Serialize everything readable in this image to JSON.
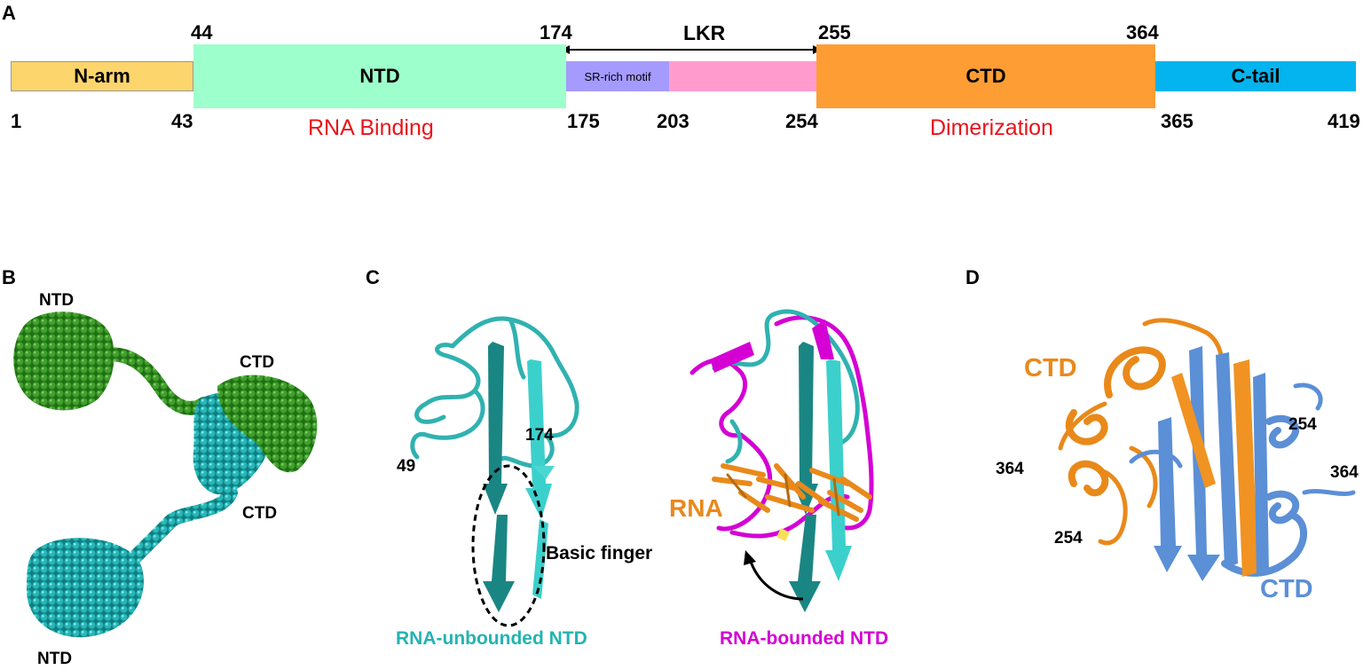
{
  "panels": {
    "A": "A",
    "B": "B",
    "C": "C",
    "D": "D"
  },
  "domain_map": {
    "segments": [
      {
        "key": "narm",
        "label": "N-arm",
        "color": "#fcd56d"
      },
      {
        "key": "ntd",
        "label": "NTD",
        "color": "#9dffcb"
      },
      {
        "key": "sr",
        "label": "SR-rich motif",
        "color": "#a59bff"
      },
      {
        "key": "lkr2",
        "label": "",
        "color": "#ff9ccd"
      },
      {
        "key": "ctd",
        "label": "CTD",
        "color": "#ff9d35"
      },
      {
        "key": "ctail",
        "label": "C-tail",
        "color": "#04b4ee"
      }
    ],
    "top_numbers": [
      "44",
      "174",
      "255",
      "364"
    ],
    "bottom_numbers": [
      "1",
      "43",
      "175",
      "203",
      "254",
      "365",
      "419"
    ],
    "linker_label": "LKR",
    "functions": {
      "rna_binding": "RNA Binding",
      "dimerization": "Dimerization"
    }
  },
  "panel_b": {
    "labels": {
      "ntd_top": "NTD",
      "ctd_top": "CTD",
      "ctd_mid": "CTD",
      "ntd_bottom": "NTD"
    }
  },
  "panel_c": {
    "residue_49": "49",
    "residue_174": "174",
    "basic_finger": "Basic finger",
    "rna": "RNA",
    "caption_unbound": "RNA-unbounded NTD",
    "caption_bound": "RNA-bounded NTD"
  },
  "panel_d": {
    "ctd_orange": "CTD",
    "ctd_blue": "CTD",
    "res_364_left": "364",
    "res_254_left": "254",
    "res_254_right": "254",
    "res_364_right": "364"
  },
  "colors": {
    "red_text": "#e8141b",
    "teal": "#23b3b3",
    "magenta": "#d400d4",
    "orange": "#e9891a",
    "blue": "#5b8fd6",
    "green": "#2a8a1c"
  }
}
